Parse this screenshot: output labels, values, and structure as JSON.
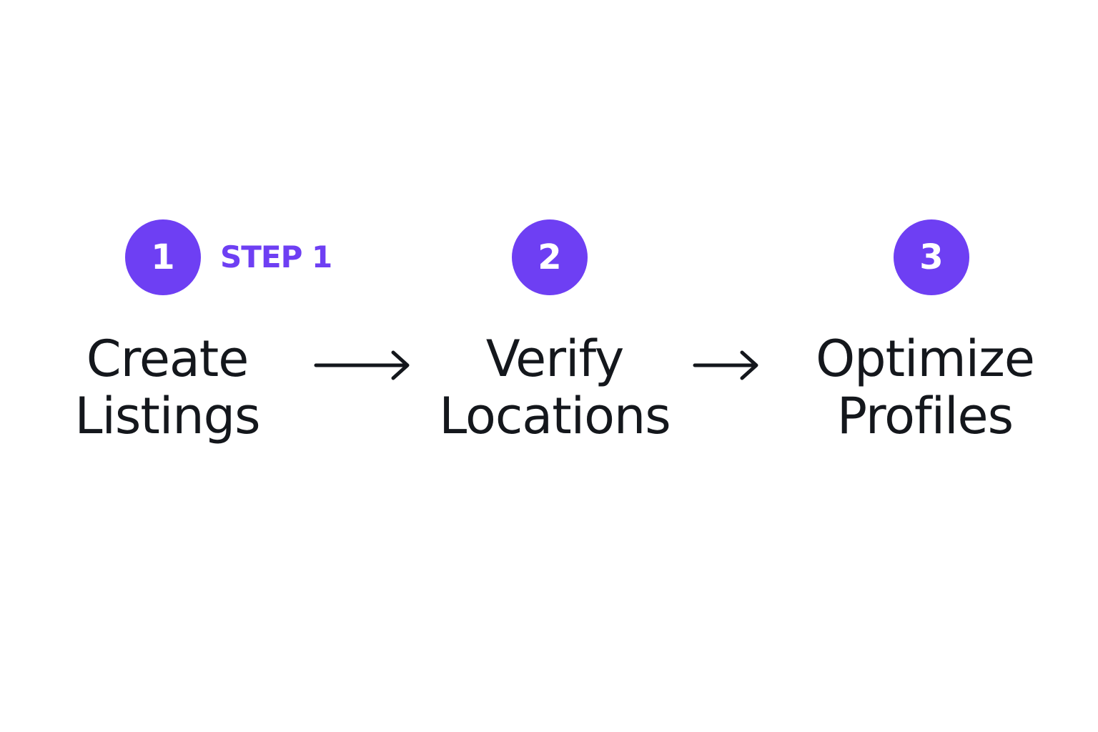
{
  "steps": [
    {
      "number": "1",
      "line1": "Create",
      "line2": "Listings"
    },
    {
      "number": "2",
      "line1": "Verify",
      "line2": "Locations"
    },
    {
      "number": "3",
      "line1": "Optimize",
      "line2": "Profiles"
    }
  ],
  "highlight_label": "STEP 1",
  "colors": {
    "accent": "#6e3ff3",
    "text": "#14171c",
    "background": "#ffffff"
  },
  "icons": [
    "arrow-right-icon",
    "arrow-right-icon"
  ]
}
